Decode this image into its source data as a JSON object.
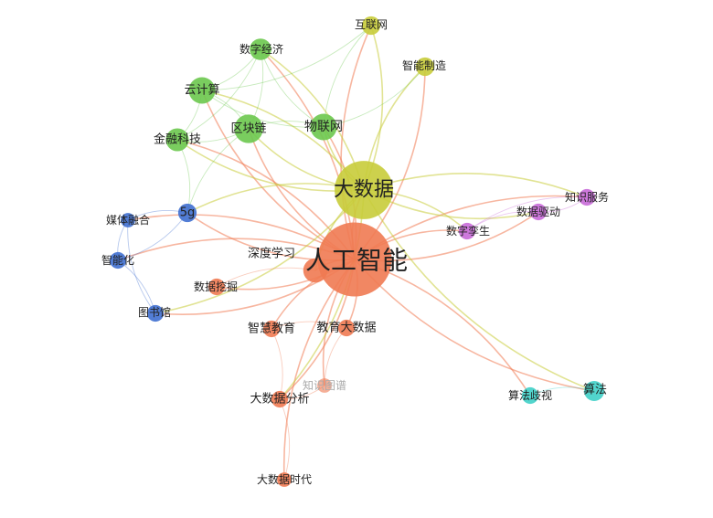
{
  "groups": {
    "ai": {
      "color": "#f07a52"
    },
    "data": {
      "color": "#c8cc3a"
    },
    "econ": {
      "color": "#6cc84e"
    },
    "lib": {
      "color": "#3f6fd0"
    },
    "twin": {
      "color": "#c86ad8"
    },
    "algo": {
      "color": "#3fd0c8"
    }
  },
  "nodes": [
    {
      "id": "ai",
      "label": "人工智能",
      "group": "ai",
      "weight": 100
    },
    {
      "id": "bigdata",
      "label": "大数据",
      "group": "data",
      "weight": 60
    },
    {
      "id": "internet",
      "label": "互联网",
      "group": "data",
      "weight": 4
    },
    {
      "id": "smartmfg",
      "label": "智能制造",
      "group": "data",
      "weight": 4
    },
    {
      "id": "digecon",
      "label": "数字经济",
      "group": "econ",
      "weight": 6
    },
    {
      "id": "cloud",
      "label": "云计算",
      "group": "econ",
      "weight": 10
    },
    {
      "id": "iot",
      "label": "物联网",
      "group": "econ",
      "weight": 10
    },
    {
      "id": "blockchain",
      "label": "区块链",
      "group": "econ",
      "weight": 12
    },
    {
      "id": "fintech",
      "label": "金融科技",
      "group": "econ",
      "weight": 7
    },
    {
      "id": "5g",
      "label": "5g",
      "group": "lib",
      "weight": 4
    },
    {
      "id": "media",
      "label": "媒体融合",
      "group": "lib",
      "weight": 2
    },
    {
      "id": "intel",
      "label": "智能化",
      "group": "lib",
      "weight": 3
    },
    {
      "id": "library",
      "label": "图书馆",
      "group": "lib",
      "weight": 3
    },
    {
      "id": "deeplearn",
      "label": "深度学习",
      "group": "ai",
      "weight": 8
    },
    {
      "id": "datamining",
      "label": "数据挖掘",
      "group": "ai",
      "weight": 3
    },
    {
      "id": "smartedu",
      "label": "智慧教育",
      "group": "ai",
      "weight": 3
    },
    {
      "id": "edudata",
      "label": "教育大数据",
      "group": "ai",
      "weight": 3
    },
    {
      "id": "kgraph",
      "label": "知识图谱",
      "group": "ai",
      "weight": 2,
      "faint": true
    },
    {
      "id": "bda",
      "label": "大数据分析",
      "group": "ai",
      "weight": 3
    },
    {
      "id": "bdera",
      "label": "大数据时代",
      "group": "ai",
      "weight": 2
    },
    {
      "id": "twin",
      "label": "数字孪生",
      "group": "twin",
      "weight": 3
    },
    {
      "id": "datadrive",
      "label": "数据驱动",
      "group": "twin",
      "weight": 3
    },
    {
      "id": "knowserv",
      "label": "知识服务",
      "group": "twin",
      "weight": 3
    },
    {
      "id": "algo",
      "label": "算法",
      "group": "algo",
      "weight": 5
    },
    {
      "id": "algosee",
      "label": "算法歧视",
      "group": "algo",
      "weight": 3
    }
  ],
  "edges": [
    [
      "ai",
      "bigdata"
    ],
    [
      "ai",
      "deeplearn"
    ],
    [
      "ai",
      "datamining"
    ],
    [
      "ai",
      "smartedu"
    ],
    [
      "ai",
      "edudata"
    ],
    [
      "ai",
      "kgraph"
    ],
    [
      "ai",
      "bda"
    ],
    [
      "ai",
      "bdera"
    ],
    [
      "ai",
      "twin"
    ],
    [
      "ai",
      "datadrive"
    ],
    [
      "ai",
      "knowserv"
    ],
    [
      "ai",
      "algo"
    ],
    [
      "ai",
      "algosee"
    ],
    [
      "ai",
      "intel"
    ],
    [
      "ai",
      "library"
    ],
    [
      "ai",
      "media"
    ],
    [
      "ai",
      "5g"
    ],
    [
      "ai",
      "fintech"
    ],
    [
      "ai",
      "cloud"
    ],
    [
      "ai",
      "iot"
    ],
    [
      "ai",
      "blockchain"
    ],
    [
      "ai",
      "digecon"
    ],
    [
      "ai",
      "internet"
    ],
    [
      "ai",
      "smartmfg"
    ],
    [
      "bigdata",
      "iot"
    ],
    [
      "bigdata",
      "cloud"
    ],
    [
      "bigdata",
      "blockchain"
    ],
    [
      "bigdata",
      "digecon"
    ],
    [
      "bigdata",
      "fintech"
    ],
    [
      "bigdata",
      "internet"
    ],
    [
      "bigdata",
      "smartmfg"
    ],
    [
      "bigdata",
      "5g"
    ],
    [
      "bigdata",
      "twin"
    ],
    [
      "bigdata",
      "algo"
    ],
    [
      "bigdata",
      "knowserv"
    ],
    [
      "bigdata",
      "datadrive"
    ],
    [
      "bigdata",
      "bda"
    ],
    [
      "bigdata",
      "deeplearn"
    ],
    [
      "bigdata",
      "library"
    ],
    [
      "cloud",
      "iot"
    ],
    [
      "cloud",
      "blockchain"
    ],
    [
      "cloud",
      "digecon"
    ],
    [
      "cloud",
      "fintech"
    ],
    [
      "cloud",
      "internet"
    ],
    [
      "blockchain",
      "iot"
    ],
    [
      "blockchain",
      "digecon"
    ],
    [
      "blockchain",
      "fintech"
    ],
    [
      "blockchain",
      "5g"
    ],
    [
      "iot",
      "digecon"
    ],
    [
      "iot",
      "smartmfg"
    ],
    [
      "iot",
      "internet"
    ],
    [
      "fintech",
      "digecon"
    ],
    [
      "fintech",
      "5g"
    ],
    [
      "5g",
      "media"
    ],
    [
      "5g",
      "intel"
    ],
    [
      "media",
      "library"
    ],
    [
      "intel",
      "library"
    ],
    [
      "media",
      "intel"
    ],
    [
      "twin",
      "datadrive"
    ],
    [
      "datadrive",
      "knowserv"
    ],
    [
      "twin",
      "knowserv"
    ],
    [
      "algo",
      "algosee"
    ],
    [
      "bda",
      "bdera"
    ],
    [
      "bda",
      "kgraph"
    ],
    [
      "smartedu",
      "edudata"
    ],
    [
      "deeplearn",
      "datamining"
    ],
    [
      "smartedu",
      "bda"
    ],
    [
      "edudata",
      "kgraph"
    ]
  ]
}
